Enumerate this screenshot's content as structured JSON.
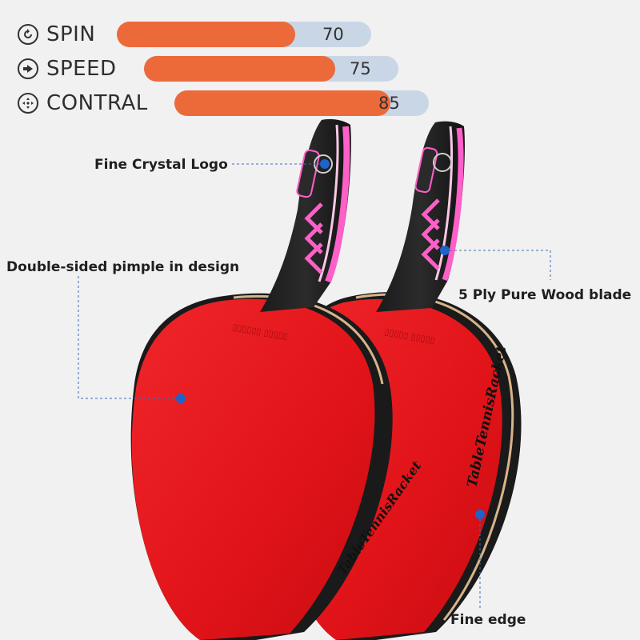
{
  "stats": [
    {
      "label": "SPIN",
      "value": "70",
      "fraction": 0.7,
      "icon": "spin-icon"
    },
    {
      "label": "SPEED",
      "value": "75",
      "fraction": 0.75,
      "icon": "speed-icon"
    },
    {
      "label": "CONTRAL",
      "value": "85",
      "fraction": 0.85,
      "icon": "control-icon"
    }
  ],
  "callouts": {
    "logo": "Fine Crystal Logo",
    "rubber": "Double-sided pimple in design",
    "blade": "5 Ply Pure Wood blade",
    "edge": "Fine edge"
  },
  "colors": {
    "bar_fill": "#ec6a3a",
    "bar_track": "#c9d6e6",
    "rubber_red": "#e3151a",
    "handle_pink": "#ff5fc8",
    "marker_blue": "#1e63c9"
  }
}
